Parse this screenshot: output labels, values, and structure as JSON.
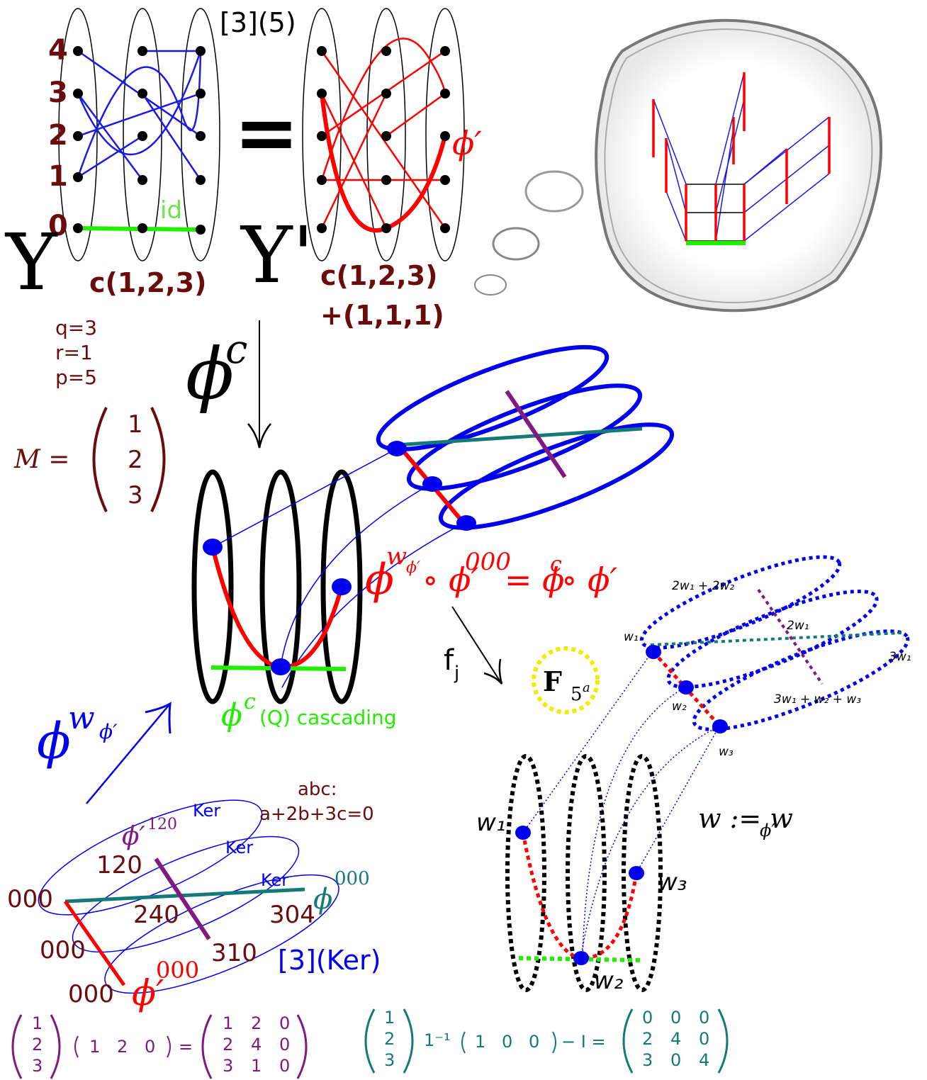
{
  "title": "[3](5)",
  "top": {
    "row_labels": [
      "4",
      "3",
      "2",
      "1",
      "0"
    ],
    "id_label": "id",
    "equals": "=",
    "upsilon": "Υ",
    "upsilon_prime": "Υ'",
    "left_c": "c(1,2,3)",
    "right_c": "c(1,2,3)",
    "right_c2": "+(1,1,1)",
    "phi_prime": "ϕ′"
  },
  "params": {
    "q": "q=3",
    "r": "r=1",
    "p": "p=5"
  },
  "matrix_M": {
    "lhs": "M =",
    "entries": [
      "1",
      "2",
      "3"
    ]
  },
  "middle": {
    "phi_c": "ϕ",
    "phi_c_sup": "c",
    "composition": "ϕ",
    "composition_sup": "w",
    "composition_supsub": "ϕ′",
    "composition_rest": "∘ ϕ′",
    "composition_rest_sup": "000",
    "composition_rhs": "= ϕ",
    "composition_rhs_sup": "c",
    "composition_rhs_tail": "∘ ϕ′",
    "cascading_phi": "ϕ",
    "cascading_sup": "c",
    "cascading_text": "(Q) cascading",
    "fj_f": "f",
    "fj_j": "j"
  },
  "right": {
    "F": "F",
    "F_sub": "5",
    "F_subsup": "a",
    "labels_top": [
      "2w₁ + 2w₂",
      "2w₁",
      "w₁",
      "3w₁",
      "w₂",
      "3w₁ + w₂ + w₃",
      "w₃"
    ],
    "labels_bottom": [
      "w₁",
      "w₃",
      "w₂"
    ],
    "w_def": "w := w",
    "w_def_sub": "ϕ′"
  },
  "bottom_left": {
    "arrow_phi": "ϕ",
    "arrow_sup": "w",
    "arrow_supsub": "ϕ′",
    "abc_line1": "abc:",
    "abc_line2": "a+2b+3c=0",
    "ker_labels": [
      "Ker",
      "Ker",
      "Ker"
    ],
    "phi_120": "ϕ′",
    "phi_120_sup": "120",
    "phi_000": "ϕ",
    "phi_000_sup": "000",
    "phi_prime_000": "ϕ′",
    "phi_prime_000_sup": "000",
    "nums": [
      "120",
      "000",
      "240",
      "304",
      "000",
      "310",
      "000"
    ],
    "kernel_label": "[3](Ker)"
  },
  "equations": {
    "eq1_col": [
      "1",
      "2",
      "3"
    ],
    "eq1_row": [
      "1",
      "2",
      "0"
    ],
    "eq1_res": [
      [
        "1",
        "2",
        "0"
      ],
      [
        "2",
        "4",
        "0"
      ],
      [
        "3",
        "1",
        "0"
      ]
    ],
    "eq1_eq": "=",
    "eq2_col": [
      "1",
      "2",
      "3"
    ],
    "eq2_inv": "1⁻¹",
    "eq2_row": [
      "1",
      "0",
      "0"
    ],
    "eq2_minus": "− I =",
    "eq2_res": [
      [
        "0",
        "0",
        "0"
      ],
      [
        "2",
        "4",
        "0"
      ],
      [
        "3",
        "0",
        "4"
      ]
    ]
  },
  "colors": {
    "dark_red": "#6b0c0c",
    "blue": "#0000ee",
    "red": "#ff0000",
    "green": "#22ee00",
    "teal": "#137a78",
    "purple": "#801a80",
    "yellow": "#eeee00"
  }
}
